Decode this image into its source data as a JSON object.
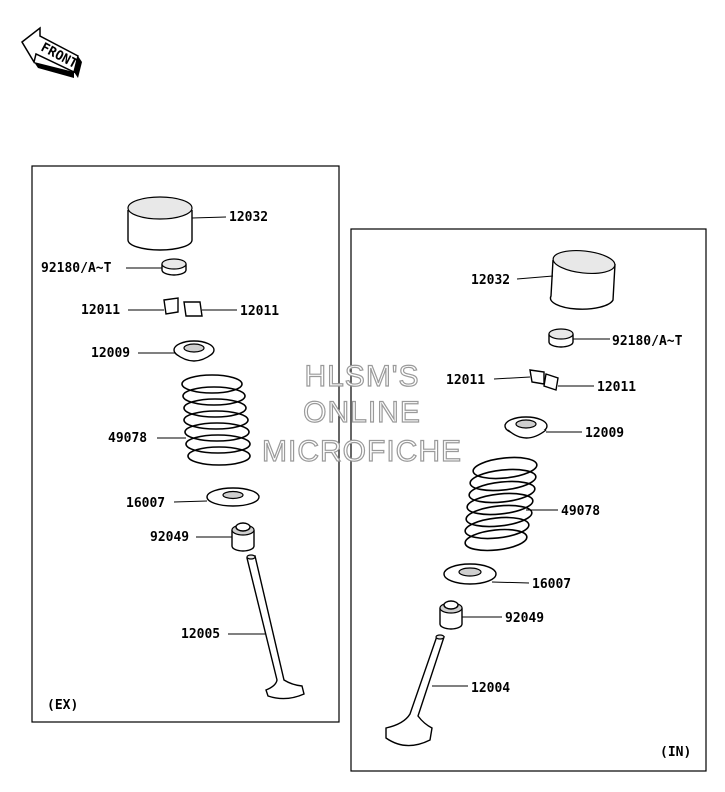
{
  "front_badge": "FRONT",
  "exhaust": {
    "tag": "(EX)",
    "labels": {
      "tappet": "12032",
      "shim": "92180/A~T",
      "cotter_left": "12011",
      "cotter_right": "12011",
      "retainer": "12009",
      "spring": "49078",
      "spring_seat": "16007",
      "stem_seal": "92049",
      "valve": "12005"
    }
  },
  "intake": {
    "tag": "(IN)",
    "labels": {
      "tappet": "12032",
      "shim": "92180/A~T",
      "cotter_left": "12011",
      "cotter_right": "12011",
      "retainer": "12009",
      "spring": "49078",
      "spring_seat": "16007",
      "stem_seal": "92049",
      "valve": "12004"
    }
  },
  "watermark": [
    "HLSM'S",
    "ONLINE",
    "MICROFICHE"
  ]
}
